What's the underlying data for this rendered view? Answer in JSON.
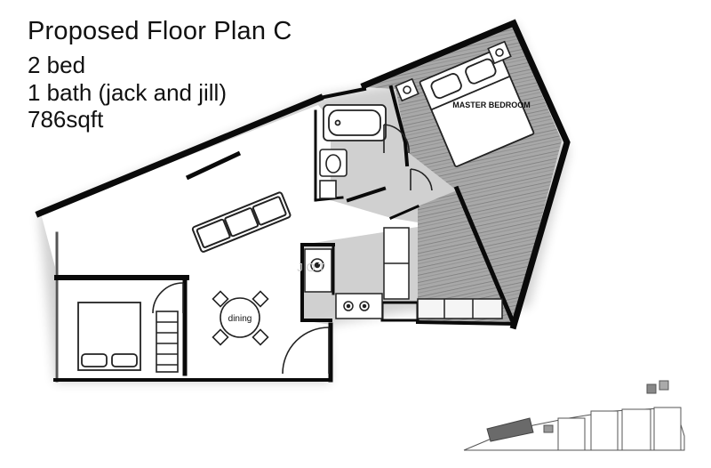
{
  "header": {
    "title": "Proposed Floor Plan C",
    "bedrooms": "2 bed",
    "bathrooms": "1 bath (jack and jill)",
    "area": "786sqft"
  },
  "rooms": {
    "master_bedroom_label": "MASTER BEDROOM",
    "dining_label": "dining"
  },
  "watermark": "J O   T",
  "colors": {
    "wall": "#0a0a0a",
    "floor_wood": "#9a9a9a",
    "furniture_line": "#222222"
  }
}
